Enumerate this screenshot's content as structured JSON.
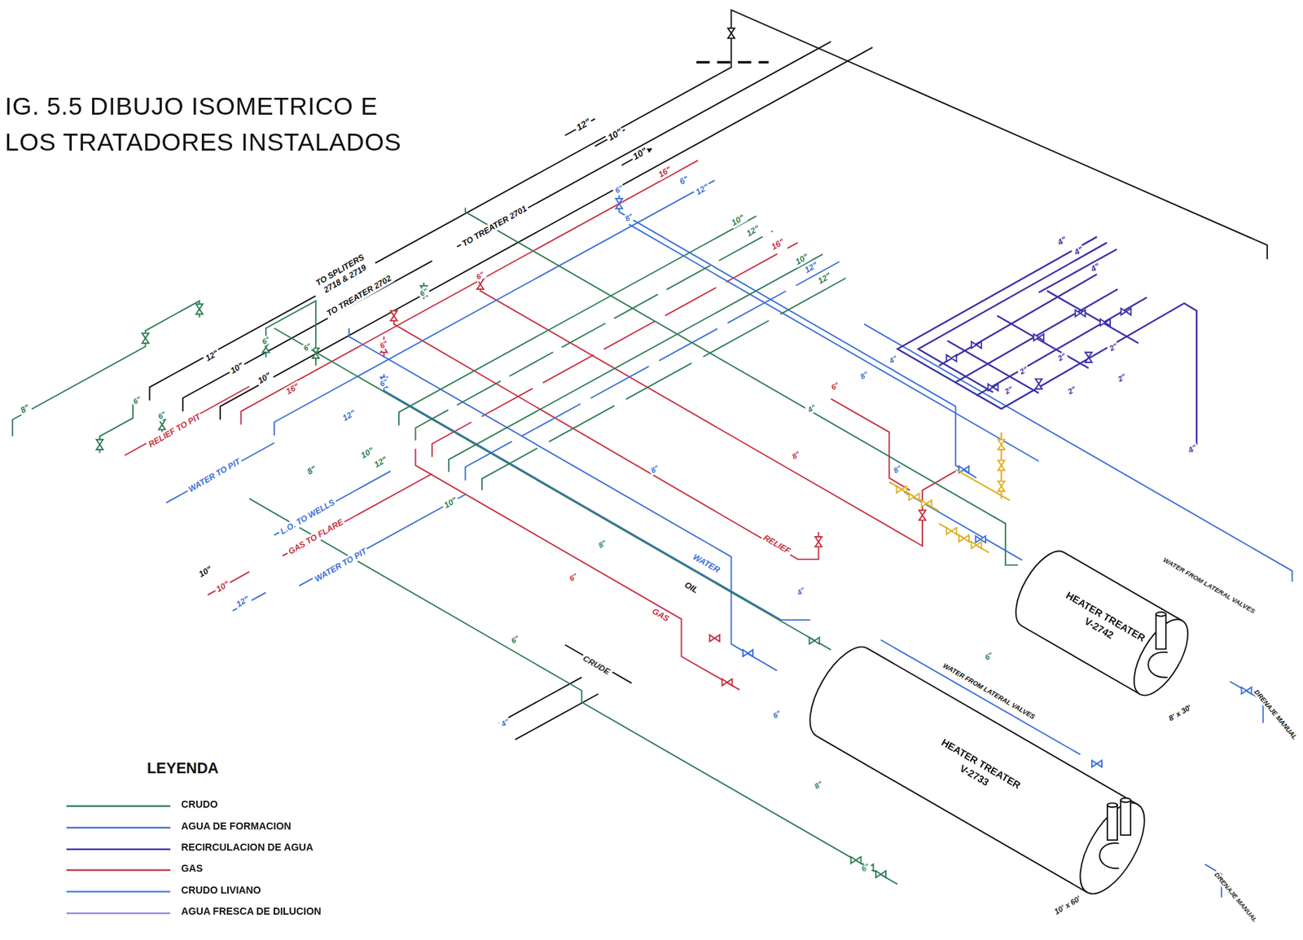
{
  "diagram": {
    "title": "IG. 5.5 DIBUJO ISOMETRICO E LOS TRATADORES INSTALADOS",
    "nodes": [
      {
        "text": [
          "HEATER TREATER",
          "V-2742"
        ]
      },
      {
        "text": [
          "HEATER TREATER",
          "V-2733"
        ]
      }
    ],
    "labels": [
      "LEYENDA",
      "12\"",
      "10\"",
      "10\"",
      "TO SPLITERS 2718 & 2719",
      "TO TREATER 2702",
      "TO TREATER 2701",
      "12\"",
      "10\"",
      "10\"",
      "16\"",
      "6\"",
      "12\"",
      "10\"",
      "12\"",
      "16\"",
      "10\"",
      "12\"",
      "12\"",
      "4\"",
      "4\"",
      "4\"",
      "4\"",
      "2\"",
      "2\"",
      "2\"",
      "2\"",
      "2\"",
      "2\"",
      "8\"",
      "RELIEF TO PIT",
      "WATER TO PIT",
      "16\"",
      "12\"",
      "L.O. TO WELLS",
      "GAS TO FLARE",
      "WATER TO PIT",
      "10\"",
      "10\"",
      "12\"",
      "10\"",
      "12\"",
      "10\"",
      "8\"",
      "6\"",
      "6\"",
      "6\"",
      "6\"",
      "6\"",
      "6\"",
      "6\"",
      "8\"",
      "6\"",
      "6\"",
      "6\"",
      "8\"",
      "4\"",
      "4\"",
      "8\"",
      "8\"",
      "8\"",
      "6\"",
      "6\"",
      "4\"",
      "4\"",
      "6\"",
      "6\"",
      "8\"",
      "6\"",
      "8\"",
      "RELIEF",
      "WATER",
      "OIL",
      "GAS",
      "CRUDE",
      "WATER FROM LATERAL VALVES",
      "WATER FROM LATERAL VALVES",
      "DRENAJE MANUAL",
      "DRENAJE MANUAL",
      "8' x 30'",
      "10' x 60'"
    ],
    "legend": [
      {
        "text": "CRUDO",
        "color": "#2f7d55"
      },
      {
        "text": "AGUA DE FORMACION",
        "color": "#3a6fd8"
      },
      {
        "text": "RECIRCULACION DE AGUA",
        "color": "#3b2fa8"
      },
      {
        "text": "GAS",
        "color": "#c83040"
      },
      {
        "text": "CRUDO LIVIANO",
        "color": "#4a80e6"
      },
      {
        "text": "AGUA FRESCA DE DILUCION",
        "color": "#8c8fdc"
      }
    ]
  }
}
